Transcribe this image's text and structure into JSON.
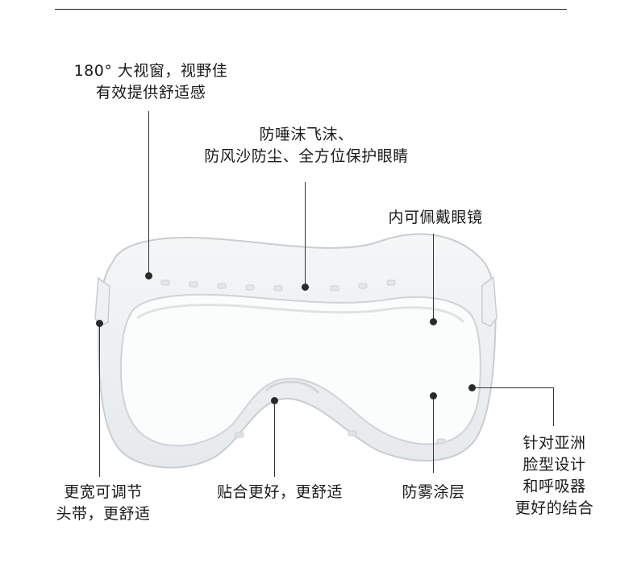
{
  "features": {
    "wide_view": {
      "line1": "180° 大视窗，视野佳",
      "line2": "有效提供舒适感"
    },
    "protection": {
      "line1": "防唾沫飞沫、",
      "line2": "防风沙防尘、全方位保护眼睛"
    },
    "glasses": {
      "line1": "内可佩戴眼镜"
    },
    "asian_fit": {
      "line1": "针对亚洲",
      "line2": "脸型设计",
      "line3": "和呼吸器",
      "line4": "更好的结合"
    },
    "headband": {
      "line1": "更宽可调节",
      "line2": "头带，更舒适"
    },
    "nose_fit": {
      "line1": "贴合更好，更舒适"
    },
    "anti_fog": {
      "line1": "防雾涂层"
    }
  }
}
